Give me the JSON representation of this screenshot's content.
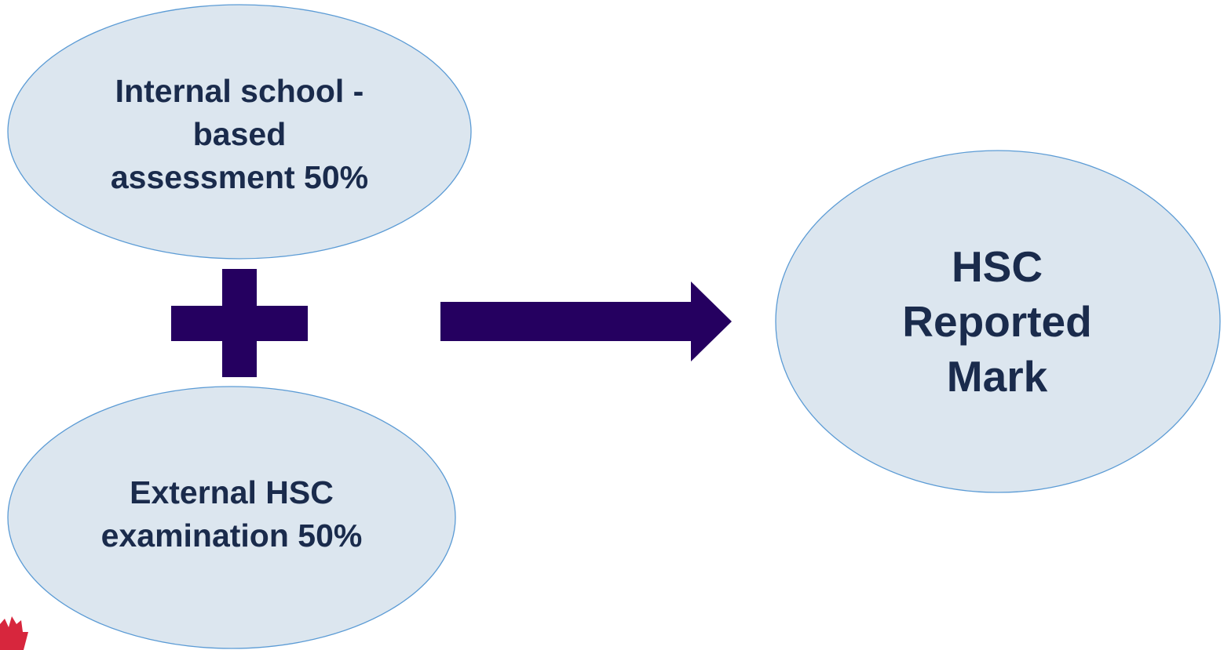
{
  "diagram": {
    "nodes": {
      "internal": {
        "lines": [
          "Internal school -",
          "based",
          "assessment 50%"
        ]
      },
      "external": {
        "lines": [
          "External HSC",
          "examination 50%"
        ]
      },
      "result": {
        "lines": [
          "HSC",
          "Reported",
          "Mark"
        ]
      }
    },
    "connectors": {
      "combine": "plus-icon",
      "yields": "arrow-right-icon"
    },
    "colors": {
      "ellipse_fill": "#dce6ef",
      "ellipse_stroke": "#5b9bd5",
      "text": "#1a2b4c",
      "connector": "#250060",
      "logo": "#d7263d"
    },
    "logo": {
      "icon": "waratah-logo-icon"
    }
  }
}
